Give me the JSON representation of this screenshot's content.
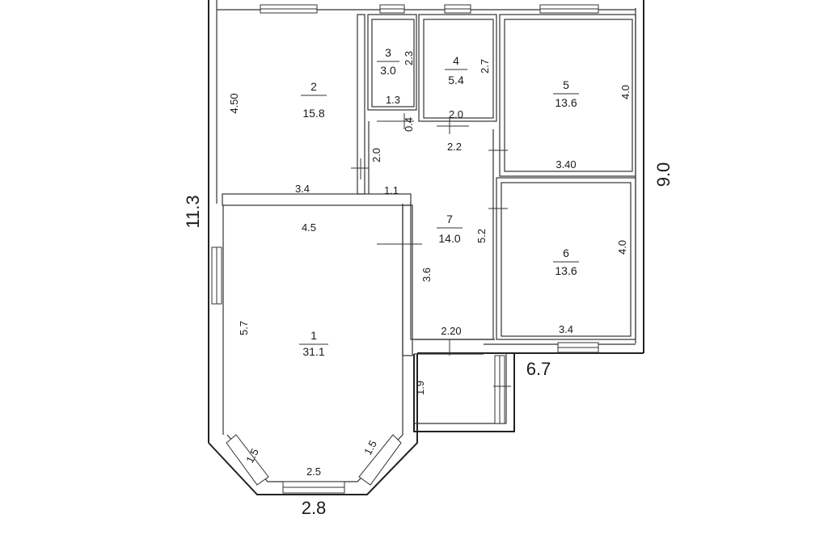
{
  "plan": {
    "rooms": [
      {
        "number": "1",
        "area": "31.1"
      },
      {
        "number": "2",
        "area": "15.8"
      },
      {
        "number": "3",
        "area": "3.0"
      },
      {
        "number": "4",
        "area": "5.4"
      },
      {
        "number": "5",
        "area": "13.6"
      },
      {
        "number": "6",
        "area": "13.6"
      },
      {
        "number": "7",
        "area": "14.0"
      }
    ],
    "dims": {
      "outer_height": "11.3",
      "outer_right": "9.0",
      "outer_width_right": "6.7",
      "bay_bottom": "2.8",
      "r2_height": "4.50",
      "r2_width": "3.4",
      "r3_height": "2.3",
      "r3_width": "1.3",
      "r4_height": "2.7",
      "r4_width": "2.0",
      "r4_gap": "0.4",
      "hall_top": "2.2",
      "hall_left": "2.0",
      "hall_corr": "1.1",
      "r5_height": "4.0",
      "r5_width": "3.40",
      "r1_top": "4.5",
      "r1_left": "5.7",
      "r1_right": "3.6",
      "bay_side_left": "1.5",
      "bay_side_right": "1.5",
      "bay_window": "2.5",
      "r7_height": "5.2",
      "r7_bottom": "2.20",
      "r6_height": "4.0",
      "r6_width": "3.4",
      "porch": "1.9"
    }
  }
}
